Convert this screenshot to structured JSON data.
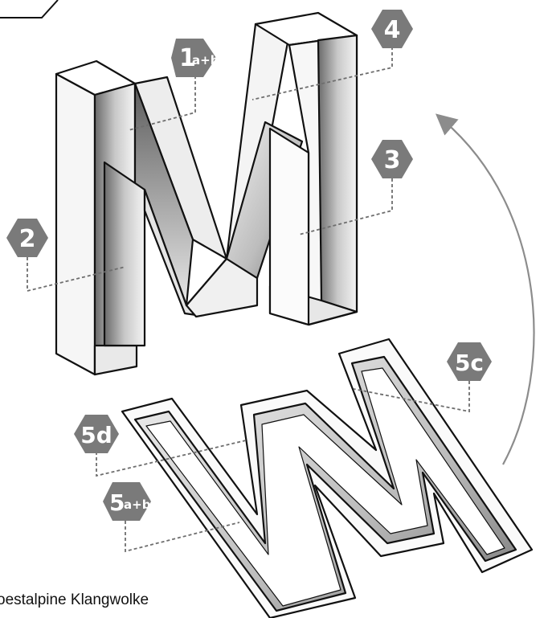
{
  "labels": [
    {
      "id": "1",
      "num": "1",
      "sub": "a+b"
    },
    {
      "id": "2",
      "num": "2",
      "sub": ""
    },
    {
      "id": "3",
      "num": "3",
      "sub": ""
    },
    {
      "id": "4",
      "num": "4",
      "sub": ""
    },
    {
      "id": "5c",
      "num": "5c",
      "sub": ""
    },
    {
      "id": "5d",
      "num": "5d",
      "sub": ""
    },
    {
      "id": "5ab",
      "num": "5",
      "sub": "a+b"
    }
  ],
  "caption": "oestalpine Klangwolke",
  "colors": {
    "badge": "#7a7a7a",
    "stroke": "#111111",
    "arrow": "#8c8c8c",
    "leader": "#6e6e6e"
  }
}
